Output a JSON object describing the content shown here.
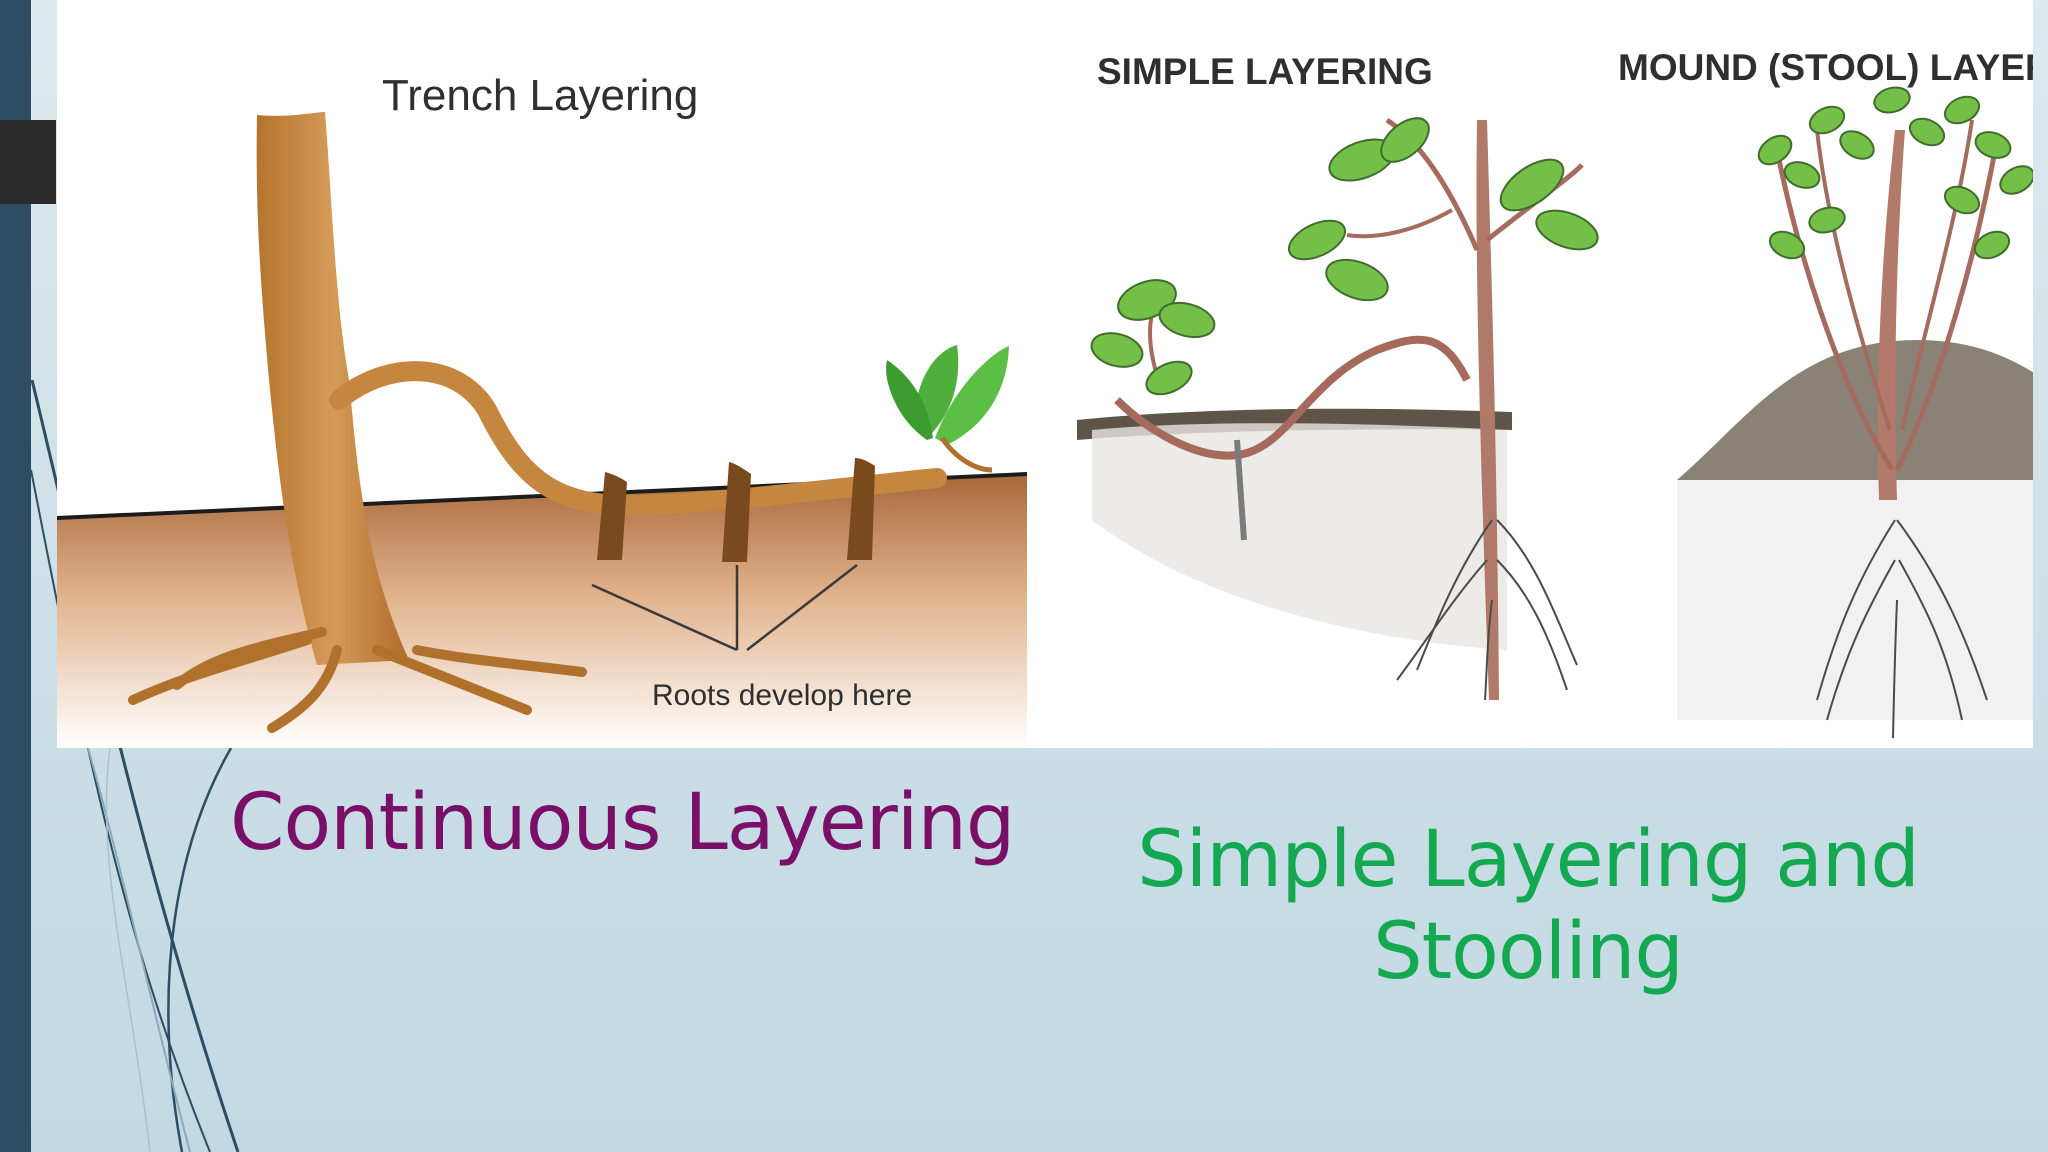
{
  "diagram": {
    "trench_title": "Trench Layering",
    "roots_label": "Roots develop here",
    "simple_title": "SIMPLE LAYERING",
    "mound_title": "MOUND (STOOL) LAYERING"
  },
  "captions": {
    "left": "Continuous Layering",
    "right_line1": "Simple Layering and",
    "right_line2": "Stooling"
  },
  "colors": {
    "left_caption": "#7a0f67",
    "right_caption": "#14a851",
    "left_bar": "#2d4d63"
  }
}
